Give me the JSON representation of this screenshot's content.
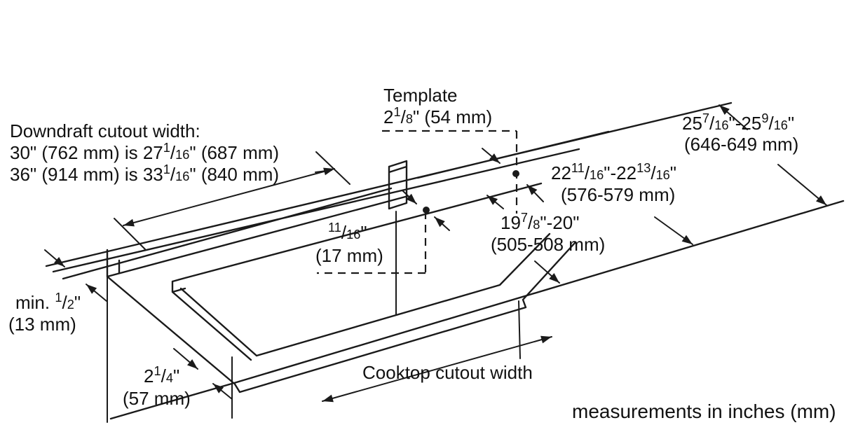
{
  "page": {
    "background": "#ffffff",
    "line_color": "#1a1a1a"
  },
  "diagram": {
    "type": "cooktop-downdraft-installation-cutout-diagram",
    "labels": {
      "downdraft_title": "Downdraft cutout width:",
      "downdraft_30": "30\" (762 mm) is 27[1|16]\" (687 mm)",
      "downdraft_36": "36\" (914 mm) is 33[1|16]\" (840 mm)",
      "template_title": "Template",
      "template_dim": "2[1|8]\" (54 mm)",
      "overall_depth_in": "25[7|16]\"-25[9|16]\"",
      "overall_depth_mm": "(646-649 mm)",
      "mid_depth_in": "22[11|16]\"-22[13|16]\"",
      "mid_depth_mm": "(576-579 mm)",
      "cutout_depth_in": "19[7|8]\"-20\"",
      "cutout_depth_mm": "(505-508 mm)",
      "notch_offset_in": "[11|16]\"",
      "notch_offset_mm": "(17 mm)",
      "min_clearance": "min. [1|2]\"",
      "min_clearance_mm": "(13 mm)",
      "front_rail_in": "2[1|4]\"",
      "front_rail_mm": "(57 mm)",
      "cooktop_width": "Cooktop cutout width",
      "units_note": "measurements in inches (mm)"
    }
  }
}
